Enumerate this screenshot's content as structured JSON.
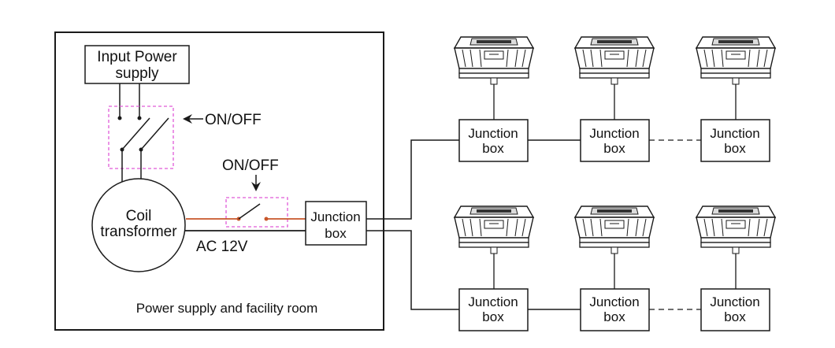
{
  "room": {
    "caption": "Power supply and facility room",
    "input_power": {
      "line1": "Input Power",
      "line2": "supply"
    },
    "switch_label_main": "ON/OFF",
    "switch_label_secondary": "ON/OFF",
    "transformer": {
      "line1": "Coil",
      "line2": "transformer"
    },
    "voltage": "AC 12V",
    "junction": {
      "line1": "Junction",
      "line2": "box"
    }
  },
  "rows": [
    {
      "junctions": [
        {
          "line1": "Junction",
          "line2": "box"
        },
        {
          "line1": "Junction",
          "line2": "box"
        },
        {
          "line1": "Junction",
          "line2": "box"
        }
      ]
    },
    {
      "junctions": [
        {
          "line1": "Junction",
          "line2": "box"
        },
        {
          "line1": "Junction",
          "line2": "box"
        },
        {
          "line1": "Junction",
          "line2": "box"
        }
      ]
    }
  ],
  "colors": {
    "line": "#1a1a1a",
    "switch_box": "#e05ad8",
    "live_wire": "#c8562a"
  }
}
